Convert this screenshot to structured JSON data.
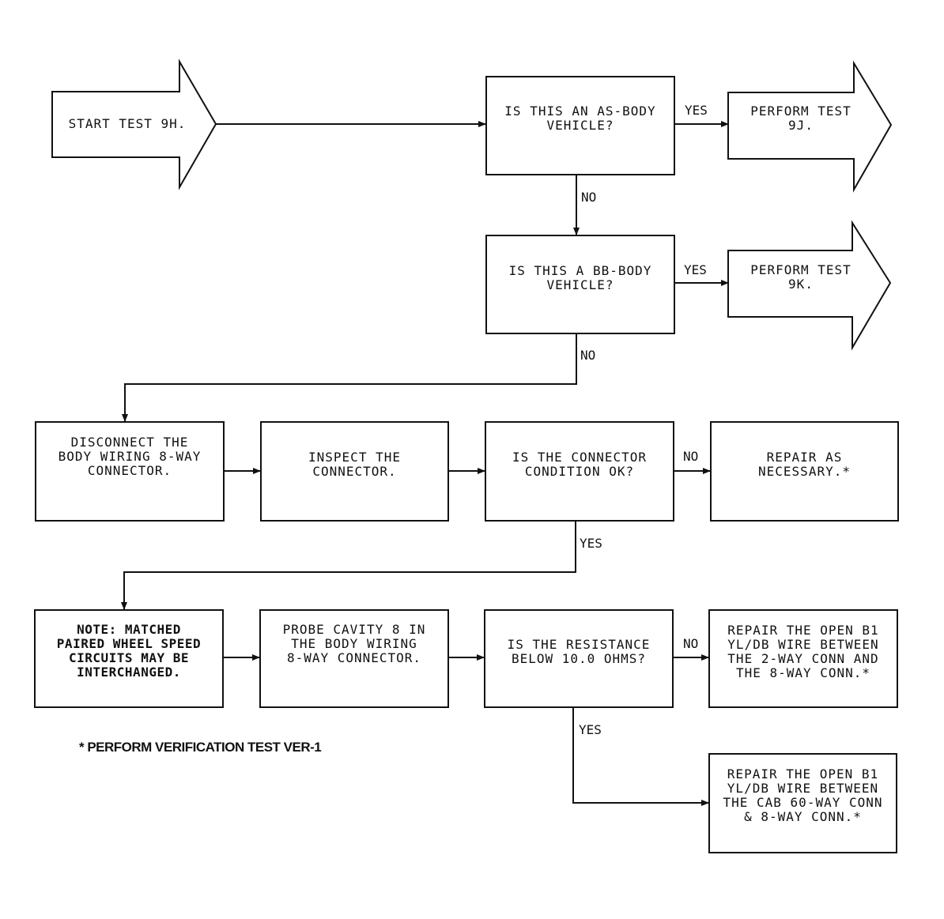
{
  "start": {
    "text": "START TEST 9H."
  },
  "q_as_body": {
    "text": "IS THIS AN AS-BODY\nVEHICLE?"
  },
  "perform_9j": {
    "text": "PERFORM TEST\n9J."
  },
  "q_bb_body": {
    "text": "IS THIS A BB-BODY\nVEHICLE?"
  },
  "perform_9k": {
    "text": "PERFORM TEST\n9K."
  },
  "disconnect": {
    "text": "DISCONNECT THE\nBODY WIRING 8-WAY\nCONNECTOR."
  },
  "inspect": {
    "text": "INSPECT THE\nCONNECTOR."
  },
  "q_connector": {
    "text": "IS THE CONNECTOR\nCONDITION OK?"
  },
  "repair_necessary": {
    "text": "REPAIR AS\nNECESSARY.*"
  },
  "note": {
    "text": "NOTE:  MATCHED\nPAIRED WHEEL SPEED\nCIRCUITS MAY BE\nINTERCHANGED."
  },
  "probe": {
    "text": "PROBE CAVITY 8 IN\nTHE BODY WIRING\n8-WAY CONNECTOR."
  },
  "q_resistance": {
    "text": "IS THE RESISTANCE\nBELOW 10.0 OHMS?"
  },
  "repair_2way": {
    "text": "REPAIR THE OPEN B1\nYL/DB WIRE BETWEEN\nTHE 2-WAY CONN AND\nTHE 8-WAY CONN.*"
  },
  "repair_cab": {
    "text": "REPAIR THE OPEN B1\nYL/DB WIRE BETWEEN\nTHE CAB 60-WAY CONN\n& 8-WAY CONN.*"
  },
  "labels": {
    "yes_as": "YES",
    "no_as": "NO",
    "yes_bb": "YES",
    "no_bb": "NO",
    "no_connector": "NO",
    "yes_connector": "YES",
    "no_resistance": "NO",
    "yes_resistance": "YES"
  },
  "footnote": "* PERFORM VERIFICATION TEST VER-1"
}
